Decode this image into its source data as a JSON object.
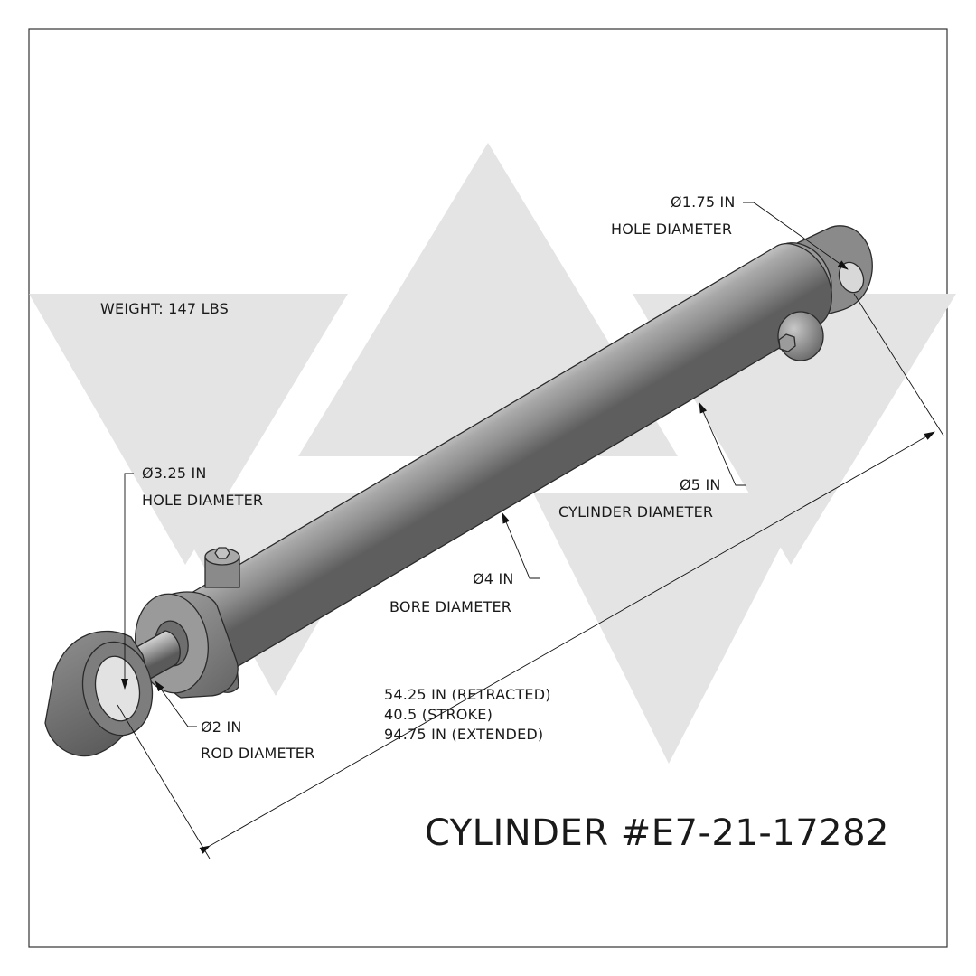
{
  "weight": "WEIGHT: 147 LBS",
  "title": "CYLINDER #E7-21-17282",
  "callouts": {
    "butt_hole": {
      "value": "Ø1.75 IN",
      "caption": "HOLE DIAMETER"
    },
    "rod_hole": {
      "value": "Ø3.25 IN",
      "caption": "HOLE DIAMETER"
    },
    "cylinder": {
      "value": "Ø5 IN",
      "caption": "CYLINDER DIAMETER"
    },
    "bore": {
      "value": "Ø4 IN",
      "caption": "BORE DIAMETER"
    },
    "rod": {
      "value": "Ø2 IN",
      "caption": "ROD DIAMETER"
    }
  },
  "lengths": {
    "retracted": "54.25 IN (RETRACTED)",
    "stroke": "40.5 (STROKE)",
    "extended": "94.75 IN (EXTENDED)"
  },
  "colors": {
    "watermark": "#e4e4e4",
    "steel_dark": "#5e5e5e",
    "steel_mid": "#8d8d8d",
    "steel_light": "#b9b9b9",
    "frame": "#333333"
  }
}
